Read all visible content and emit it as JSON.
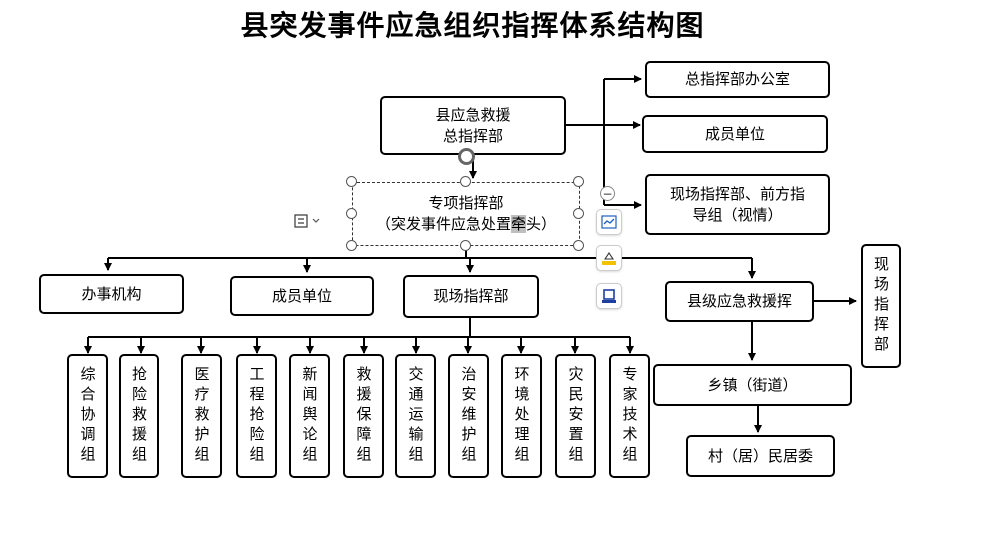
{
  "title": "县突发事件应急组织指挥体系结构图",
  "nodes": {
    "hq": "县应急救援\n总指挥部",
    "hq_office": "总指挥部办公室",
    "member_units_top": "成员单位",
    "field_hq_top": "现场指挥部、前方指\n导组（视情）",
    "special_hq_line1": "专项指挥部",
    "special_hq_line2_a": "（突发事件应急处置",
    "special_hq_line2_sel": "牵",
    "special_hq_line2_b": "头）",
    "office": "办事机构",
    "member_units_mid": "成员单位",
    "field_hq_mid": "现场指挥部",
    "county_rescue": "县级应急救援挥",
    "field_hq_right": "现场指挥部",
    "township": "乡镇（街道）",
    "village": "村（居）民居委"
  },
  "groups": [
    "综合协调组",
    "抢险救援组",
    "医疗救护组",
    "工程抢险组",
    "新闻舆论组",
    "救援保障组",
    "交通运输组",
    "治安维护组",
    "环境处理组",
    "灾民安置组",
    "专家技术组"
  ],
  "toolbar": {
    "layout_icon": "layout-options-icon",
    "tools": [
      "chart-style-icon",
      "fill-color-icon",
      "outline-icon"
    ],
    "collapse_symbol": "−"
  },
  "colors": {
    "line": "#000000",
    "accent_blue": "#1f5fbf",
    "accent_yellow": "#f2c200"
  }
}
